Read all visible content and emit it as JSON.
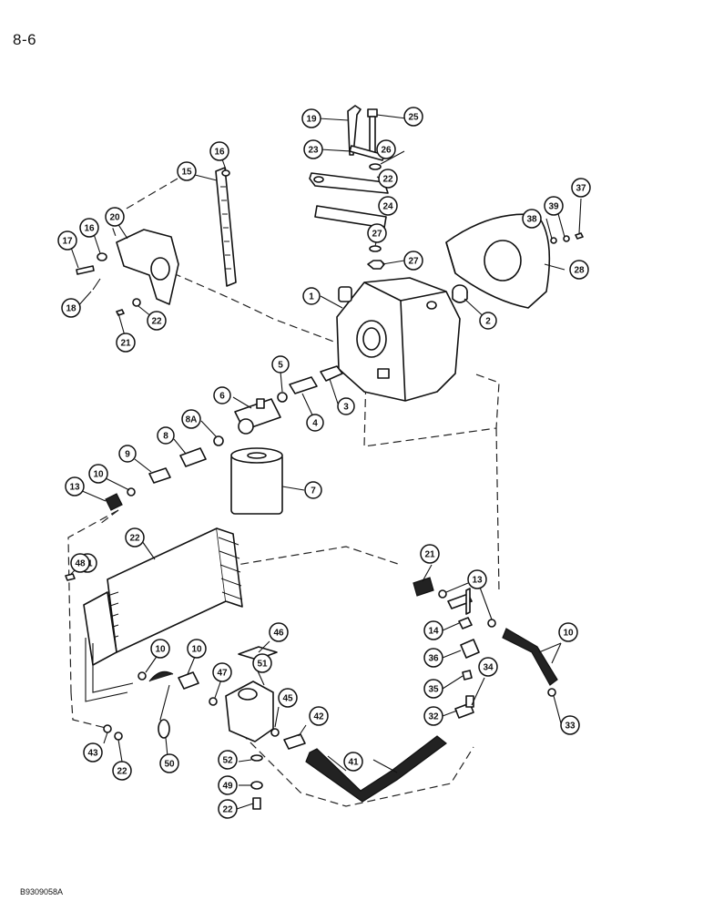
{
  "page": {
    "number": "8-6",
    "figure_code": "B9309058A"
  },
  "callouts": [
    {
      "label": "1"
    },
    {
      "label": "2"
    },
    {
      "label": "3"
    },
    {
      "label": "4"
    },
    {
      "label": "5"
    },
    {
      "label": "6"
    },
    {
      "label": "7"
    },
    {
      "label": "8"
    },
    {
      "label": "8A"
    },
    {
      "label": "9"
    },
    {
      "label": "10"
    },
    {
      "label": "13"
    },
    {
      "label": "15"
    },
    {
      "label": "16"
    },
    {
      "label": "16"
    },
    {
      "label": "17"
    },
    {
      "label": "18"
    },
    {
      "label": "19"
    },
    {
      "label": "20"
    },
    {
      "label": "21"
    },
    {
      "label": "21"
    },
    {
      "label": "22"
    },
    {
      "label": "22"
    },
    {
      "label": "23"
    },
    {
      "label": "24"
    },
    {
      "label": "25"
    },
    {
      "label": "26"
    },
    {
      "label": "27"
    },
    {
      "label": "27"
    },
    {
      "label": "28"
    },
    {
      "label": "37"
    },
    {
      "label": "38"
    },
    {
      "label": "39"
    },
    {
      "label": "22"
    },
    {
      "label": "48"
    },
    {
      "label": "21"
    },
    {
      "label": "13"
    },
    {
      "label": "10"
    },
    {
      "label": "14"
    },
    {
      "label": "36"
    },
    {
      "label": "35"
    },
    {
      "label": "34"
    },
    {
      "label": "32"
    },
    {
      "label": "33"
    },
    {
      "label": "10"
    },
    {
      "label": "10"
    },
    {
      "label": "47"
    },
    {
      "label": "46"
    },
    {
      "label": "51"
    },
    {
      "label": "45"
    },
    {
      "label": "42"
    },
    {
      "label": "41"
    },
    {
      "label": "43"
    },
    {
      "label": "22"
    },
    {
      "label": "50"
    },
    {
      "label": "52"
    },
    {
      "label": "49"
    },
    {
      "label": "22"
    },
    {
      "label": "21"
    }
  ]
}
